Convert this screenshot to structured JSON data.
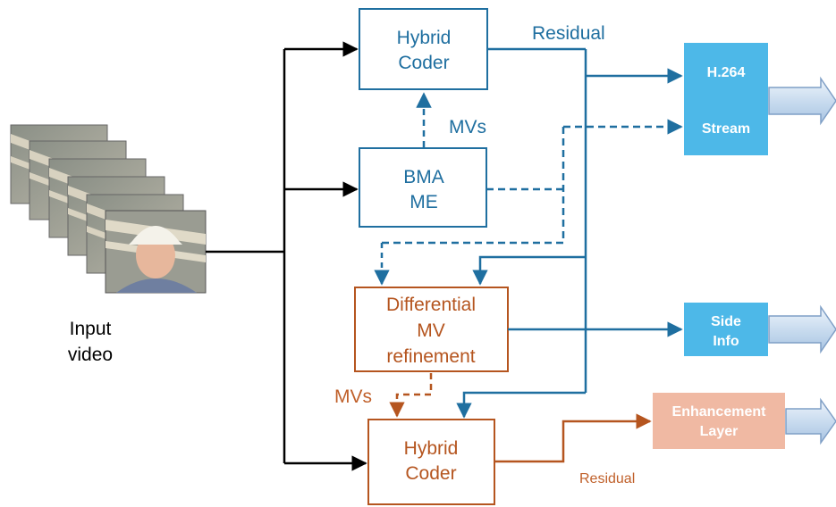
{
  "labels": {
    "input_video_line1": "Input",
    "input_video_line2": "video",
    "hybrid_coder_top_line1": "Hybrid",
    "hybrid_coder_top_line2": "Coder",
    "bma_me_line1": "BMA",
    "bma_me_line2": "ME",
    "diff_mv_line1": "Differential",
    "diff_mv_line2": "MV",
    "diff_mv_line3": "refinement",
    "hybrid_coder_bottom_line1": "Hybrid",
    "hybrid_coder_bottom_line2": "Coder",
    "residual_top": "Residual",
    "residual_bottom": "Residual",
    "mvs_top": "MVs",
    "mvs_bottom": "MVs",
    "h264_line1": "H.264",
    "h264_line2": "Stream",
    "side_info_line1": "Side",
    "side_info_line2": "Info",
    "enhancement_line1": "Enhancement",
    "enhancement_line2": "Layer"
  },
  "colors": {
    "blue": "#1f6fa0",
    "orange": "#b5551f",
    "black": "#000000",
    "output_blue": "#4db8e8",
    "output_orange": "#f0b9a3",
    "label_blue": "#1f6fa0",
    "label_orange": "#c0602a"
  },
  "icons": {
    "input_frames": "video-frame-stack-icon",
    "output_arrows": "block-arrow-icon"
  }
}
